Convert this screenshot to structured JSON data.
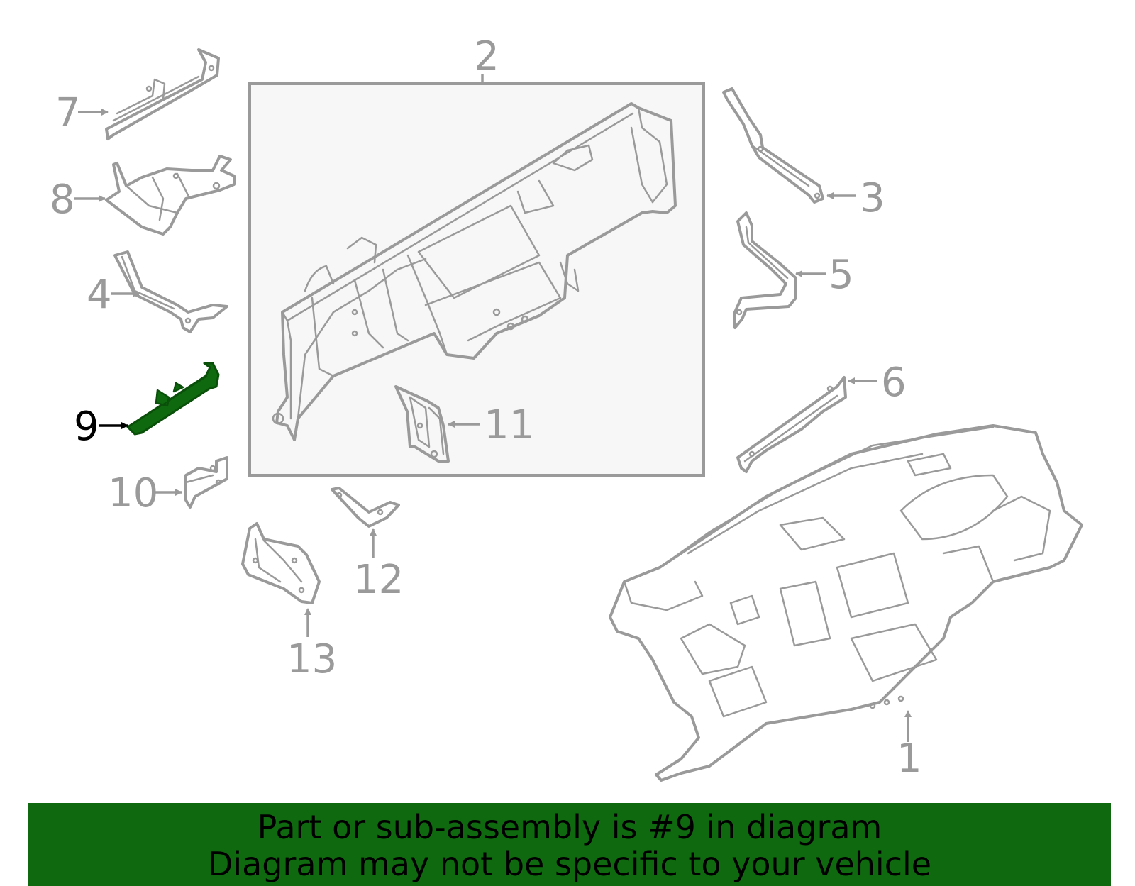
{
  "callouts": {
    "c1": "1",
    "c2": "2",
    "c3": "3",
    "c4": "4",
    "c5": "5",
    "c6": "6",
    "c7": "7",
    "c8": "8",
    "c9": "9",
    "c10": "10",
    "c11": "11",
    "c12": "12",
    "c13": "13"
  },
  "highlight": {
    "part": "9",
    "color": "#0f6a0f"
  },
  "banner": {
    "line1": "Part or sub-assembly is #9 in diagram",
    "line2": "Diagram may not be specific to your vehicle",
    "background": "#0f6a0f"
  },
  "colors": {
    "part_outline": "#9a9a9a",
    "box_fill": "#f7f7f7"
  }
}
